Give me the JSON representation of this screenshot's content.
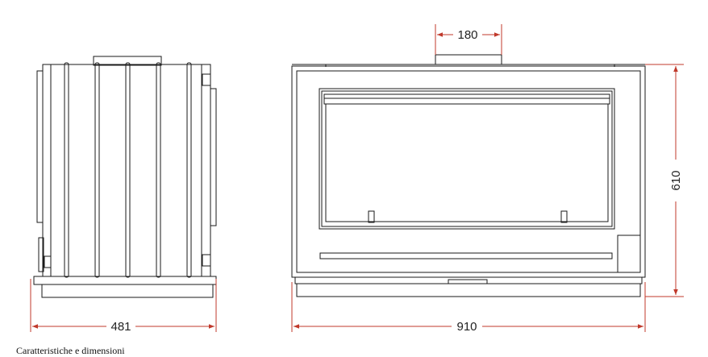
{
  "dimensions": {
    "depth": "481",
    "top_outlet": "180",
    "width": "910",
    "height": "610"
  },
  "caption": "Caratteristiche e dimensioni",
  "colors": {
    "dimension_line": "#c0392b",
    "drawing_line": "#1a1a1a"
  }
}
